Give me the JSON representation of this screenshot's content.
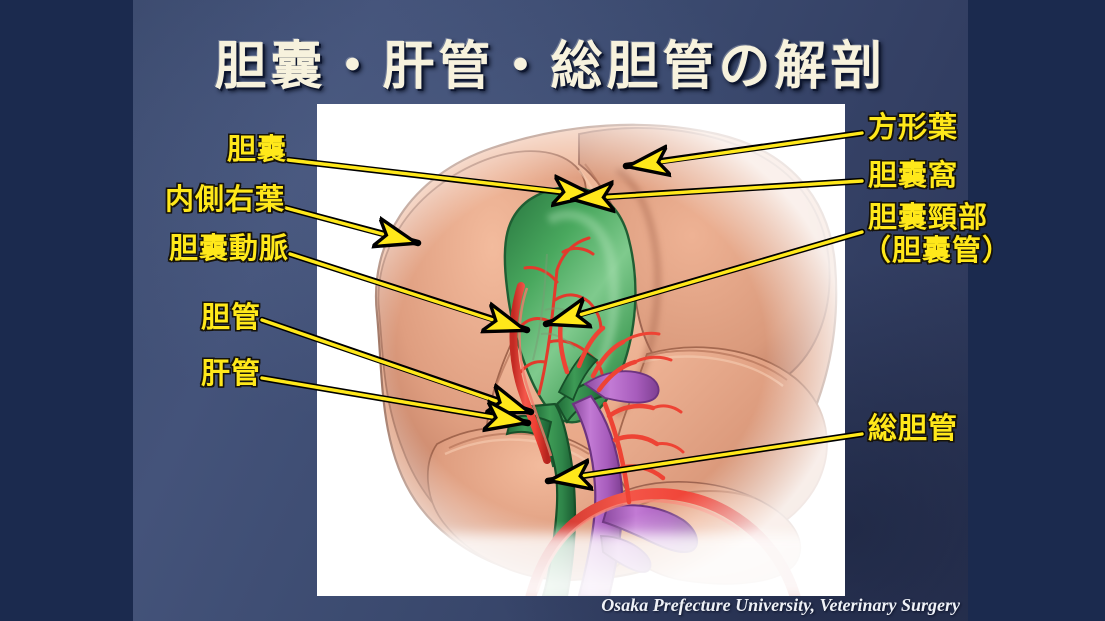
{
  "slide": {
    "title": "胆囊・肝管・総胆管の解剖",
    "credit": "Osaka Prefecture University, Veterinary Surgery",
    "background_color": "#1b2a4e",
    "panel_color": "#3d4c70",
    "title_color": "#f7f2dd",
    "label_color": "#ffe81a",
    "label_outline_color": "#16130a",
    "plate_color": "#ffffff"
  },
  "labels": {
    "left": [
      {
        "id": "gallbladder",
        "text": "胆囊"
      },
      {
        "id": "right-medial-lobe",
        "text": "内側右葉"
      },
      {
        "id": "cystic-artery",
        "text": "胆囊動脈"
      },
      {
        "id": "bile-duct",
        "text": "胆管"
      },
      {
        "id": "hepatic-duct",
        "text": "肝管"
      }
    ],
    "right": [
      {
        "id": "quadrate-lobe",
        "text": "方形葉"
      },
      {
        "id": "gallbladder-fossa",
        "text": "胆囊窩"
      },
      {
        "id": "gallbladder-neck-line1",
        "text": "胆囊頸部"
      },
      {
        "id": "gallbladder-neck-line2",
        "text": "（胆囊管）"
      },
      {
        "id": "common-bile-duct",
        "text": "総胆管"
      }
    ]
  },
  "illustration": {
    "name": "canine-gallbladder-and-bile-duct-anatomy",
    "colors": {
      "liver_light": "#f0b394",
      "liver_mid": "#e3a184",
      "liver_dark": "#c9856a",
      "liver_shadow": "#a86b55",
      "gallbladder_green": "#3f9b56",
      "gallbladder_highlight": "#8fd49a",
      "bile_duct_green": "#2f8a4d",
      "artery_red": "#f04438",
      "portal_vein_purple": "#b06bc4",
      "vessel_dark_red": "#c4302a"
    }
  }
}
